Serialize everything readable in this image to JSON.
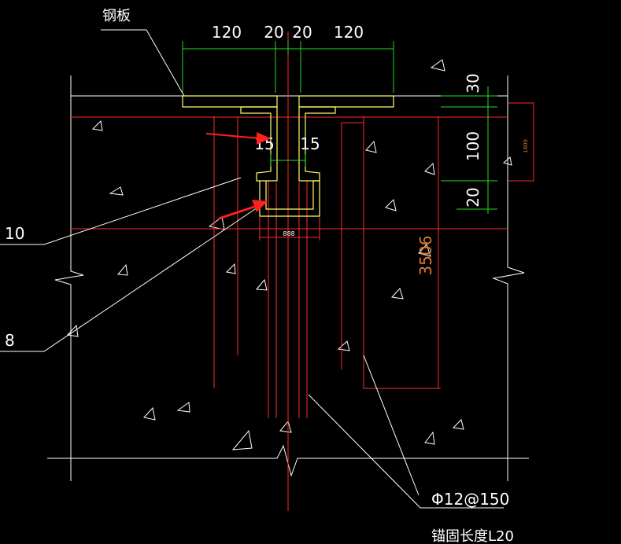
{
  "colors": {
    "background": "#000000",
    "outline": "#ffffff",
    "steel": "#ffff66",
    "rebar": "#ff2a2a",
    "dimension": "#22dd22",
    "arrow": "#ff2020",
    "leader": "#ffffff",
    "dim_text": "#ffffff",
    "orange_text": "#e07a30"
  },
  "labels": {
    "steel_plate": "钢板",
    "thickness_10": "10",
    "thickness_8": "8",
    "web_left": "15",
    "web_right": "15",
    "rebar_spec": "Φ12@150",
    "anchorage": "锚固长度L20",
    "bottom_width": "888",
    "orange_dim": "3506",
    "small_dim": "1000"
  },
  "dimensions": {
    "top": [
      "120",
      "20",
      "20",
      "120"
    ],
    "right": [
      "30",
      "100",
      "20"
    ]
  }
}
